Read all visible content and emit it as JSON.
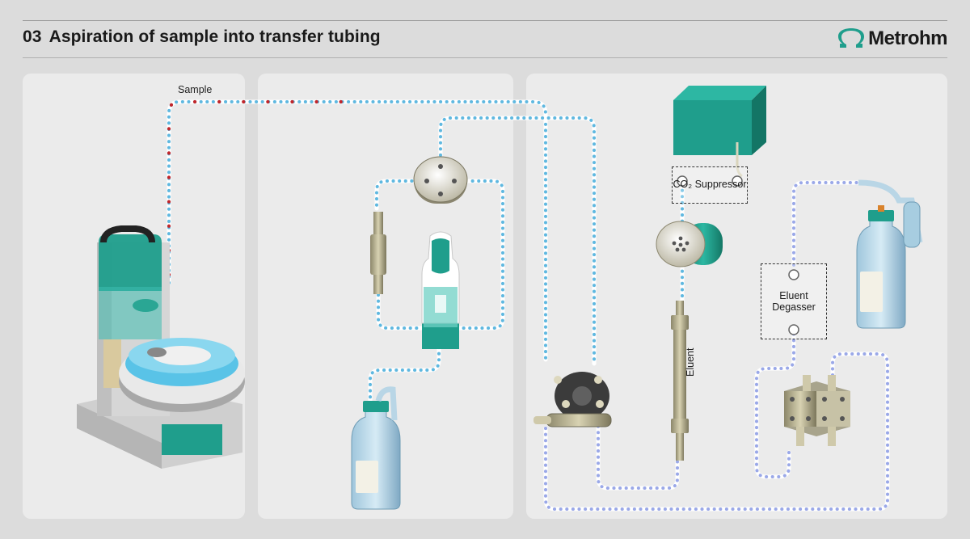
{
  "header": {
    "step_number": "03",
    "title": "Aspiration of sample into transfer tubing",
    "logo": "Metrohm"
  },
  "labels": {
    "sample": "Sample",
    "eluent": "Eluent",
    "co2_suppressor": "CO₂ Suppressor",
    "eluent_degasser_line1": "Eluent",
    "eluent_degasser_line2": "Degasser"
  },
  "colors": {
    "background": "#dcdcdc",
    "panel": "#ebebeb",
    "teal": "#1f9e8c",
    "sample_dot": "#c0262b",
    "tubing_dot": "#5fb8e0",
    "eluent_dot": "#9aa8e8"
  },
  "icons": {
    "logo": "metrohm-omega-icon",
    "autosampler": "autosampler-icon",
    "injection_valve": "injection-valve-icon",
    "filter": "inline-filter-icon",
    "sample_bottle": "sample-bottle-icon",
    "dilution_vessel": "vessel-icon",
    "pump": "high-pressure-pump-icon",
    "detector": "detector-icon",
    "suppressor": "suppressor-icon",
    "column": "separation-column-icon",
    "degasser": "degasser-icon",
    "eluent_bottle": "eluent-bottle-icon"
  }
}
